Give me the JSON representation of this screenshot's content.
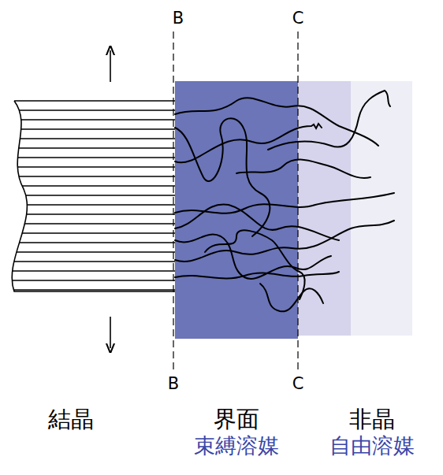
{
  "diagram": {
    "labels": [
      "B",
      "C",
      "B",
      "C",
      "結晶",
      "界面",
      "束縛溶媒",
      "非晶",
      "自由溶媒"
    ]
  }
}
